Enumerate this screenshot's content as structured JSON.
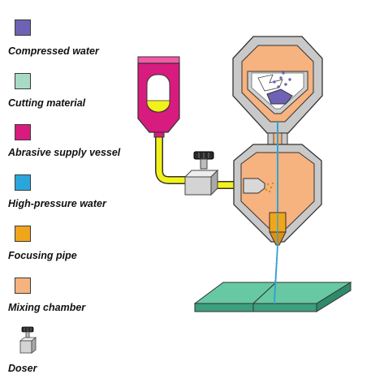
{
  "legend": {
    "items": [
      {
        "label": "Compressed water",
        "color": "#6d62b5",
        "icon": "swatch"
      },
      {
        "label": "Cutting material",
        "color": "#a8dbc6",
        "icon": "swatch"
      },
      {
        "label": "Abrasive supply vessel",
        "color": "#d81b7e",
        "icon": "swatch"
      },
      {
        "label": "High-pressure water",
        "color": "#2aa6dc",
        "icon": "swatch"
      },
      {
        "label": "Focusing pipe",
        "color": "#f0a51a",
        "icon": "swatch"
      },
      {
        "label": "Mixing chamber",
        "color": "#f6b27f",
        "icon": "swatch"
      },
      {
        "label": "Doser",
        "color": "#c8c8c8",
        "icon": "doser-icon"
      }
    ]
  },
  "colors": {
    "hopper_gray": "#c9c9c9",
    "abrasive_yellow": "#f2f21a",
    "cutting_plate": "#5cbf9c",
    "outline": "#333333"
  }
}
